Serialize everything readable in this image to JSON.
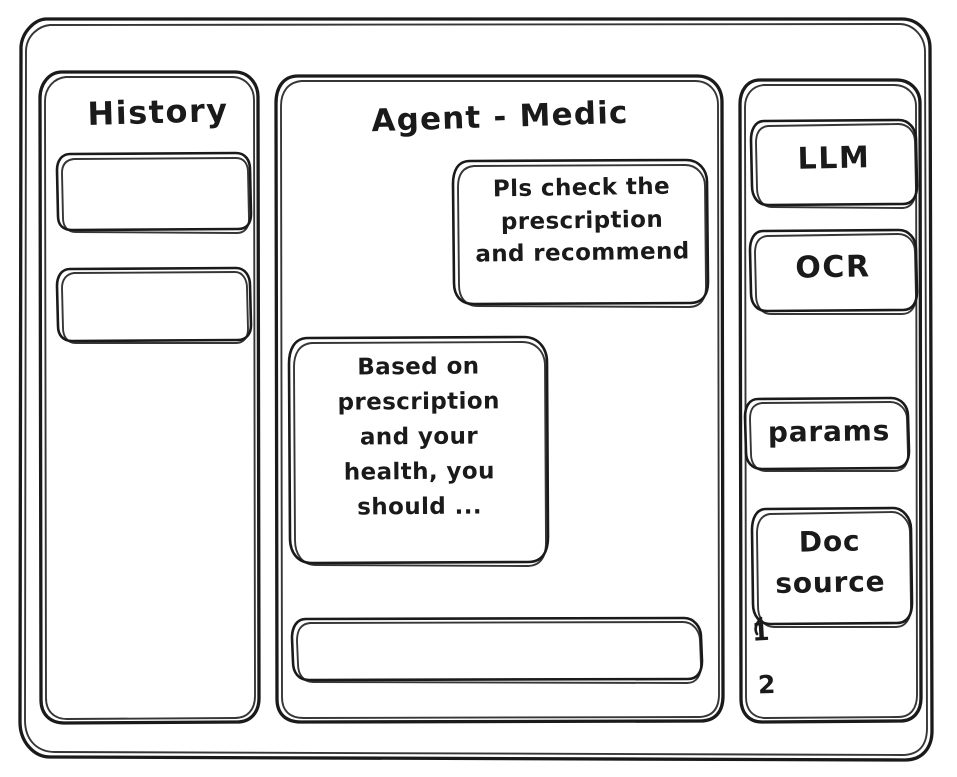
{
  "app": {
    "kind": "hand-drawn-wireframe",
    "stroke_color": "#1a1a1a",
    "background_color": "#ffffff"
  },
  "history_panel": {
    "title": "History",
    "items": [
      {
        "label": ""
      },
      {
        "label": ""
      }
    ]
  },
  "main_panel": {
    "title": "Agent - Medic",
    "messages": [
      {
        "role": "user",
        "text": "Pls check the\nprescription\nand recommend"
      },
      {
        "role": "assistant",
        "text": "Based on\nprescription\nand your\nhealth, you\nshould ..."
      }
    ],
    "composer": {
      "value": "",
      "placeholder": ""
    }
  },
  "tools_panel": {
    "buttons": [
      {
        "label": "LLM"
      },
      {
        "label": "OCR"
      },
      {
        "label": "params"
      }
    ],
    "doc_source": {
      "label": "Doc\nsource",
      "items": [
        {
          "label": "1"
        },
        {
          "label": "2"
        }
      ]
    }
  }
}
